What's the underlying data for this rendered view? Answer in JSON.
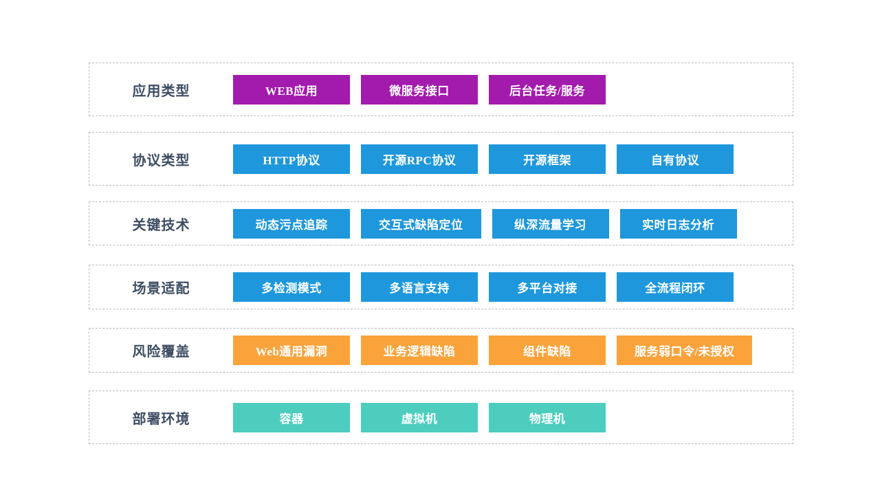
{
  "palette": {
    "purple": "#a21bad",
    "blue": "#1e97dc",
    "orange": "#fba33b",
    "teal": "#4dcdbe",
    "label_text": "#3e4d63",
    "tag_text": "#ffffff",
    "border": "#bdbdbd"
  },
  "rows": [
    {
      "id": "application-type",
      "label": "应用类型",
      "color": "purple",
      "tags": [
        "WEB应用",
        "微服务接口",
        "后台任务/服务"
      ]
    },
    {
      "id": "protocol-type",
      "label": "协议类型",
      "color": "blue",
      "tags": [
        "HTTP协议",
        "开源RPC协议",
        "开源框架",
        "自有协议"
      ]
    },
    {
      "id": "key-technology",
      "label": "关键技术",
      "color": "blue",
      "tags": [
        "动态污点追踪",
        "交互式缺陷定位",
        "纵深流量学习",
        "实时日志分析"
      ]
    },
    {
      "id": "scenario-adaptation",
      "label": "场景适配",
      "color": "blue",
      "tags": [
        "多检测模式",
        "多语言支持",
        "多平台对接",
        "全流程闭环"
      ]
    },
    {
      "id": "risk-coverage",
      "label": "风险覆盖",
      "color": "orange",
      "tags": [
        "Web通用漏洞",
        "业务逻辑缺陷",
        "组件缺陷",
        "服务弱口令/未授权"
      ]
    },
    {
      "id": "deployment-environment",
      "label": "部署环境",
      "color": "teal",
      "tags": [
        "容器",
        "虚拟机",
        "物理机"
      ]
    }
  ]
}
